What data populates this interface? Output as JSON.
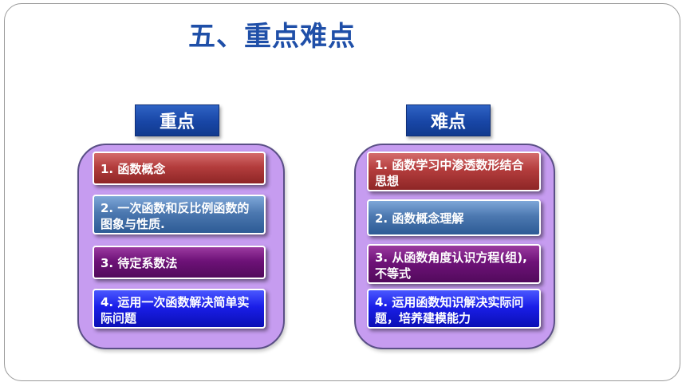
{
  "slide": {
    "title": "五、重点难点",
    "left": {
      "heading": "重点",
      "items": [
        {
          "text": "1. 函数概念",
          "color": "#b43d3d"
        },
        {
          "text": "2. 一次函数和反比例函数的图象与性质.",
          "color": "#4c78b0"
        },
        {
          "text": "3. 待定系数法",
          "color": "#6e1278"
        },
        {
          "text": "4. 运用一次函数解决简单实际问题",
          "color": "#1a1ee8"
        }
      ]
    },
    "right": {
      "heading": "难点",
      "items": [
        {
          "text": "1. 函数学习中渗透数形结合思想",
          "color": "#b43d3d"
        },
        {
          "text": "2. 函数概念理解",
          "color": "#4c78b0"
        },
        {
          "text": "3. 从函数角度认识方程(组), 不等式",
          "color": "#6e1278"
        },
        {
          "text": "4. 运用函数知识解决实际问题，培养建模能力",
          "color": "#1a1ee8"
        }
      ]
    }
  }
}
